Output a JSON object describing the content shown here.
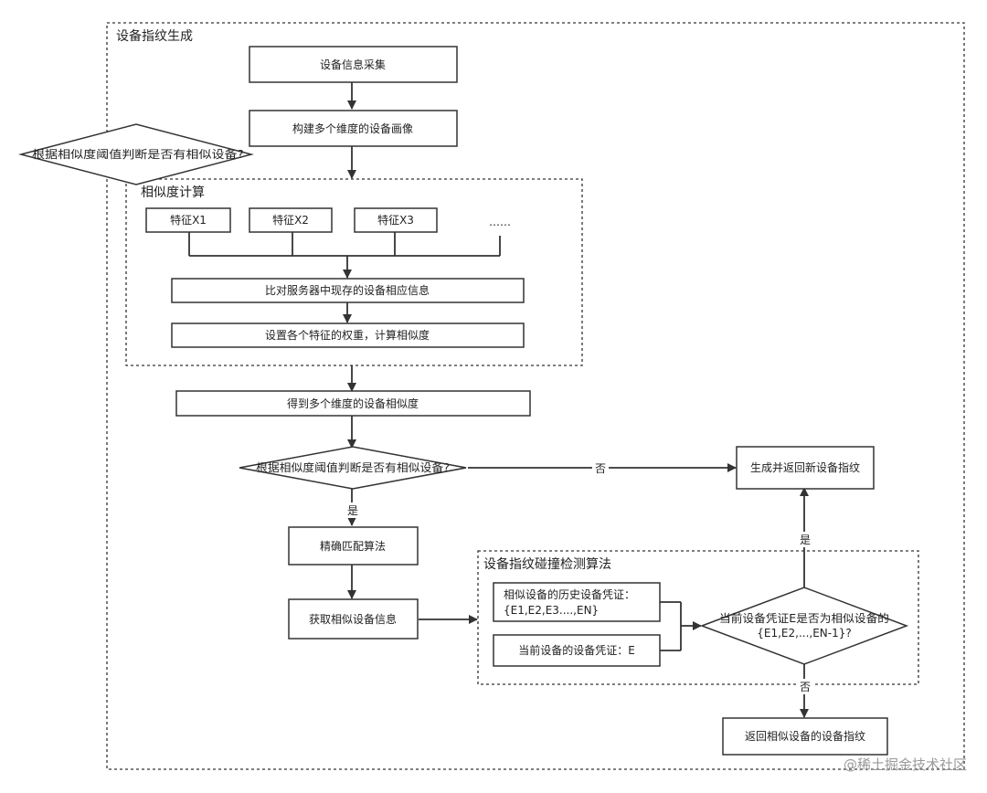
{
  "groups": {
    "outer_title": "设备指纹生成",
    "similarity_title": "相似度计算",
    "collision_title": "设备指纹碰撞检测算法"
  },
  "nodes": {
    "collect": "设备信息采集",
    "portrait": "构建多个维度的设备画像",
    "side_decision": "根据相似度阈值判断是否有相似设备?",
    "feature_x1": "特征X1",
    "feature_x2": "特征X2",
    "feature_x3": "特征X3",
    "feature_more": "……",
    "compare": "比对服务器中现存的设备相应信息",
    "weights": "设置各个特征的权重，计算相似度",
    "multi_similarity": "得到多个维度的设备相似度",
    "decision": "根据相似度阈值判断是否有相似设备?",
    "new_fingerprint": "生成并返回新设备指纹",
    "exact_match": "精确匹配算法",
    "get_info": "获取相似设备信息",
    "history_line1": "相似设备的历史设备凭证：",
    "history_line2": "{E1,E2,E3....,EN}",
    "current_credential": "当前设备的设备凭证：E",
    "collision_line1": "当前设备凭证E是否为相似设备的",
    "collision_line2": "{E1,E2,...,EN-1}?",
    "return_fingerprint": "返回相似设备的设备指纹"
  },
  "edges": {
    "no_label": "否",
    "yes_label": "是",
    "yes_label_2": "是",
    "no_label_2": "否"
  },
  "watermark": "@稀土掘金技术社区",
  "icons": {
    "watermark_logo": "at-sign-icon"
  }
}
